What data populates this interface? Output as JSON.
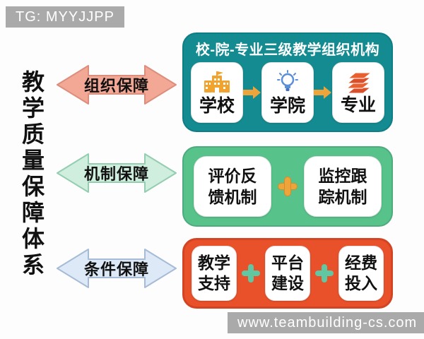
{
  "watermark_top": "TG: MYYJJPP",
  "watermark_bottom": "www.teambuilding-cs.com",
  "main_title": "教学质量保障体系",
  "arrows": [
    {
      "label": "组织保障"
    },
    {
      "label": "机制保障"
    },
    {
      "label": "条件保障"
    }
  ],
  "org_section": {
    "title": "校-院-专业三级教学组织机构",
    "cards": [
      {
        "icon": "school-icon",
        "label": "学校"
      },
      {
        "icon": "lightbulb-icon",
        "label": "学院"
      },
      {
        "icon": "books-icon",
        "label": "专业"
      }
    ]
  },
  "mechanism_section": {
    "cards": [
      {
        "lines": [
          "评价反",
          "馈机制"
        ]
      },
      {
        "lines": [
          "监控跟",
          "踪机制"
        ]
      }
    ]
  },
  "condition_section": {
    "cards": [
      {
        "lines": [
          "教学",
          "支持"
        ]
      },
      {
        "lines": [
          "平台",
          "建设"
        ]
      },
      {
        "lines": [
          "经费",
          "投入"
        ]
      }
    ]
  },
  "colors": {
    "teal_box": "#148b91",
    "green_box": "#57c28a",
    "orange_box": "#e8512a",
    "salmon_arrow": "#f3a896",
    "mint_arrow": "#cfeedd",
    "blue_arrow": "#dde9f7",
    "amber_accent": "#eca43b",
    "mint_plus": "#5fc7a2"
  }
}
